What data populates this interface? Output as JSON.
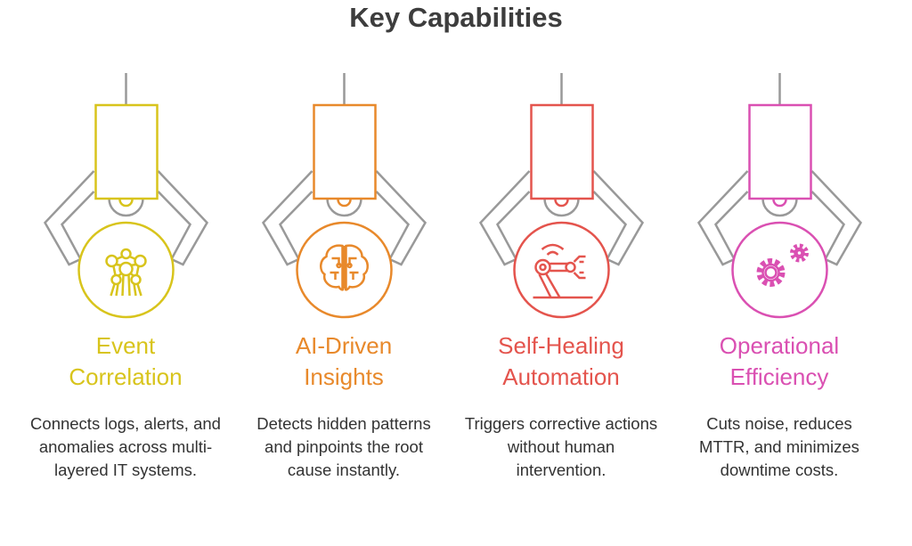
{
  "title": "Key Capabilities",
  "capabilities": [
    {
      "heading": "Event Correlation",
      "description": "Connects logs, alerts, and anomalies across multi-layered IT systems.",
      "icon": "atom-network-icon",
      "color": "#D8C41C"
    },
    {
      "heading": "AI-Driven Insights",
      "description": "Detects hidden patterns and pinpoints the root cause instantly.",
      "icon": "brain-circuit-icon",
      "color": "#E8892B"
    },
    {
      "heading": "Self-Healing Automation",
      "description": "Triggers corrective actions without human intervention.",
      "icon": "robot-arm-icon",
      "color": "#E4544D"
    },
    {
      "heading": "Operational Efficiency",
      "description": "Cuts noise, reduces MTTR, and minimizes downtime costs.",
      "icon": "gears-icon",
      "color": "#DA50B2"
    }
  ]
}
